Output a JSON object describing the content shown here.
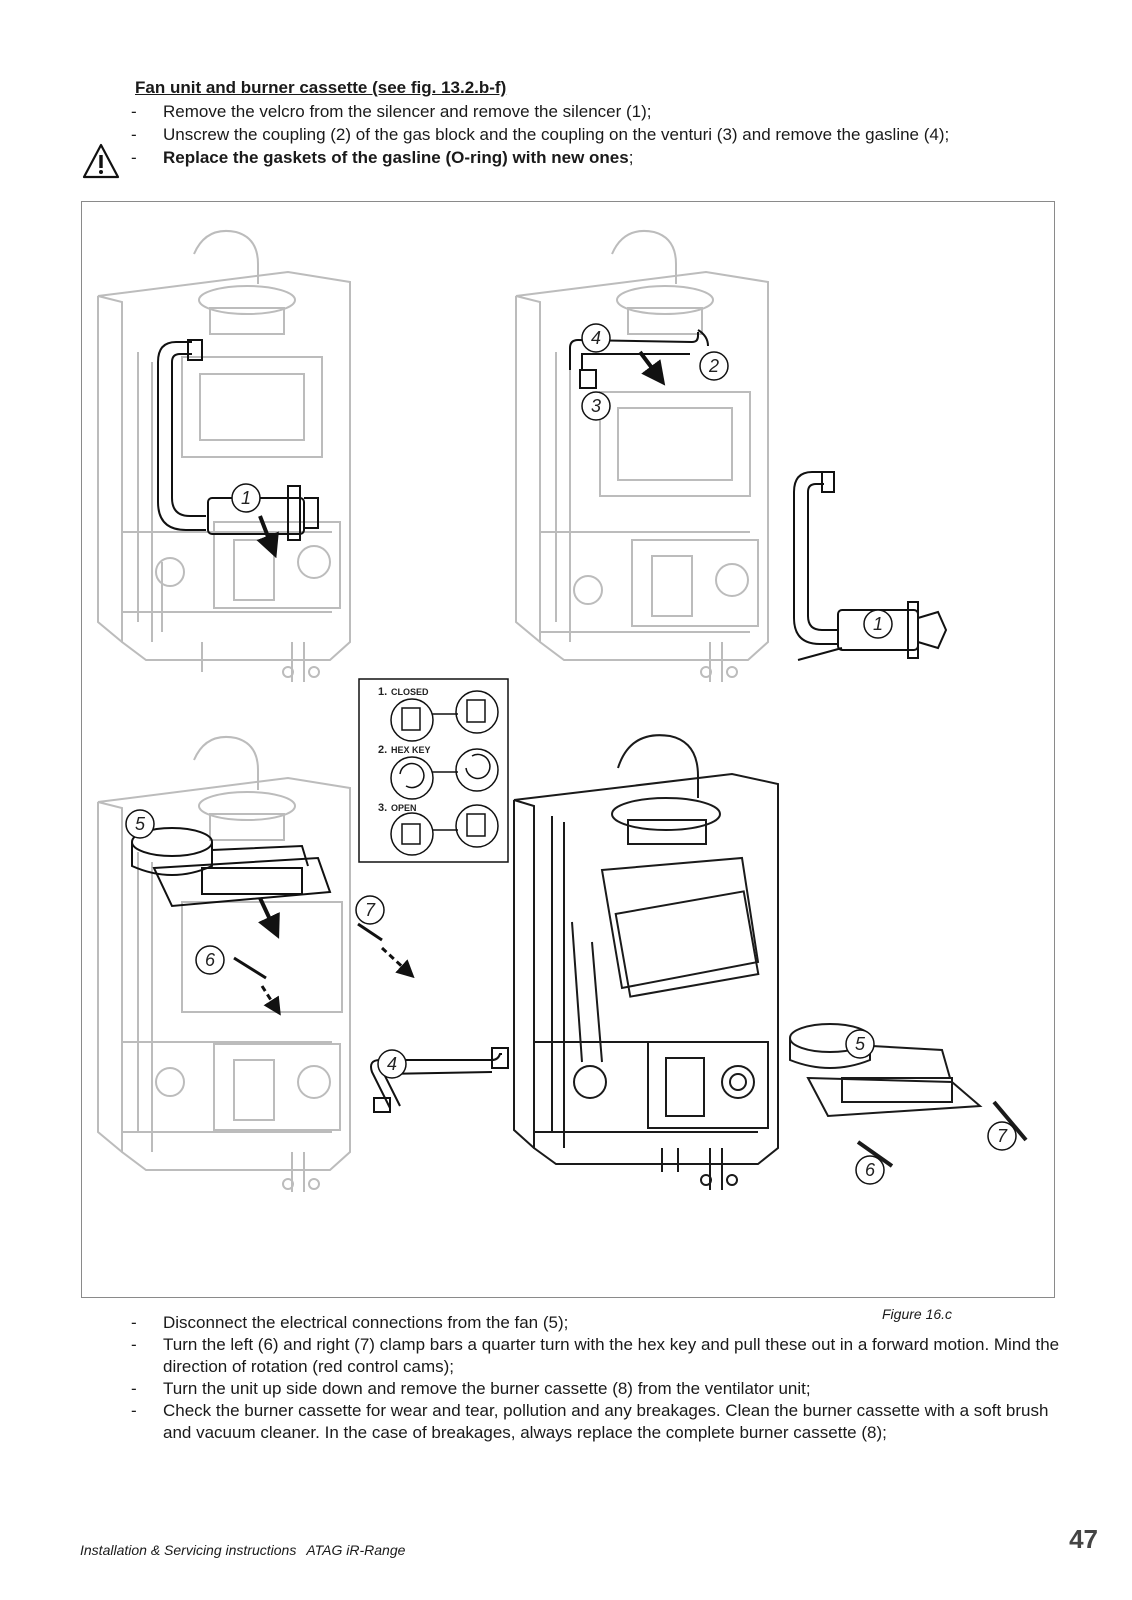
{
  "heading": "Fan unit and burner cassette (see fig. 13.2.b-f)",
  "top_steps": [
    {
      "text": "Remove the velcro from the silencer and remove the silencer (1);"
    },
    {
      "text": "Unscrew the coupling (2) of the gas block and the coupling on the venturi (3) and remove the gasline (4);"
    },
    {
      "bold": "Replace the gaskets of the gasline (O-ring) with new ones",
      "rest": ";"
    }
  ],
  "warning_icon": "warning-triangle-icon",
  "inset": {
    "step1": "1.",
    "step1_label": "CLOSED",
    "step2": "2.",
    "step2_label": "HEX KEY",
    "step3": "3.",
    "step3_label": "OPEN"
  },
  "callouts": {
    "tl_1": "1",
    "tr_4": "4",
    "tr_2": "2",
    "tr_3": "3",
    "tr_1": "1",
    "bl_5": "5",
    "bl_6": "6",
    "bl_7": "7",
    "bl_4": "4",
    "br_5": "5",
    "br_7": "7",
    "br_6": "6"
  },
  "caption": "Figure 16.c",
  "bottom_steps": [
    "Disconnect the electrical connections from the fan (5);",
    "Turn the left (6) and right (7) clamp bars a quarter turn with the hex key and pull these out in a forward motion. Mind the direction of rotation (red control cams);",
    "Turn the unit up side down and remove the burner cassette (8) from the ventilator unit;",
    "Check the burner cassette for wear and tear, pollution and any breakages. Clean the burner cassette with a soft brush and vacuum cleaner. In the case of breakages, always replace the complete burner cassette (8);"
  ],
  "footer": {
    "title": "Installation & Servicing instructions",
    "brand": "ATAG iR-Range",
    "page": "47"
  },
  "colors": {
    "line": "#bcbcbc",
    "dark": "#1a1a1a",
    "border": "#8a8a8a"
  }
}
